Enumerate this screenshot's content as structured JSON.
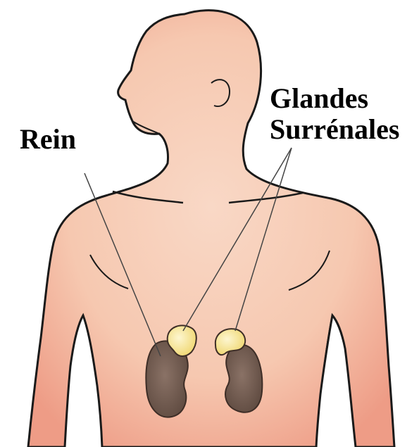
{
  "labels": {
    "kidney": "Rein",
    "adrenal_line1": "Glandes",
    "adrenal_line2": "Surrénales"
  },
  "colors": {
    "skin": "#f6c8b0",
    "skin_shade": "#e9907c",
    "outline": "#1a1a1a",
    "kidney": "#7a6358",
    "kidney_shade": "#5e4a40",
    "adrenal": "#f4e48a",
    "adrenal_highlight": "#fdf6d0",
    "leader_line": "#444444"
  }
}
